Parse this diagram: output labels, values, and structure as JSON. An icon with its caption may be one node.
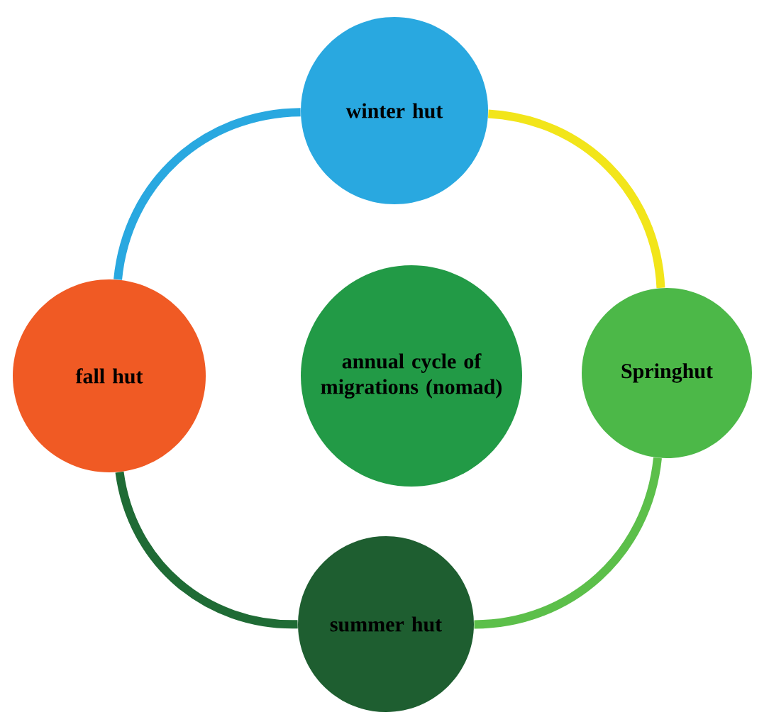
{
  "diagram": {
    "nodes": [
      {
        "text": [
          "winter hut"
        ]
      },
      {
        "text": [
          "fall hut"
        ]
      },
      {
        "text": [
          "annual cycle of migrations (nomad)"
        ]
      },
      {
        "text": [
          "Springhut"
        ]
      },
      {
        "text": [
          "summer hut"
        ]
      }
    ],
    "edges": [
      {
        "from": 0,
        "to": 3,
        "arrow": "none",
        "color": "#f2e51a"
      },
      {
        "from": 3,
        "to": 4,
        "arrow": "none",
        "color": "#5cbf4a"
      },
      {
        "from": 4,
        "to": 1,
        "arrow": "none",
        "color": "#1f6b35"
      },
      {
        "from": 1,
        "to": 0,
        "arrow": "none",
        "color": "#29a8e0"
      }
    ]
  }
}
